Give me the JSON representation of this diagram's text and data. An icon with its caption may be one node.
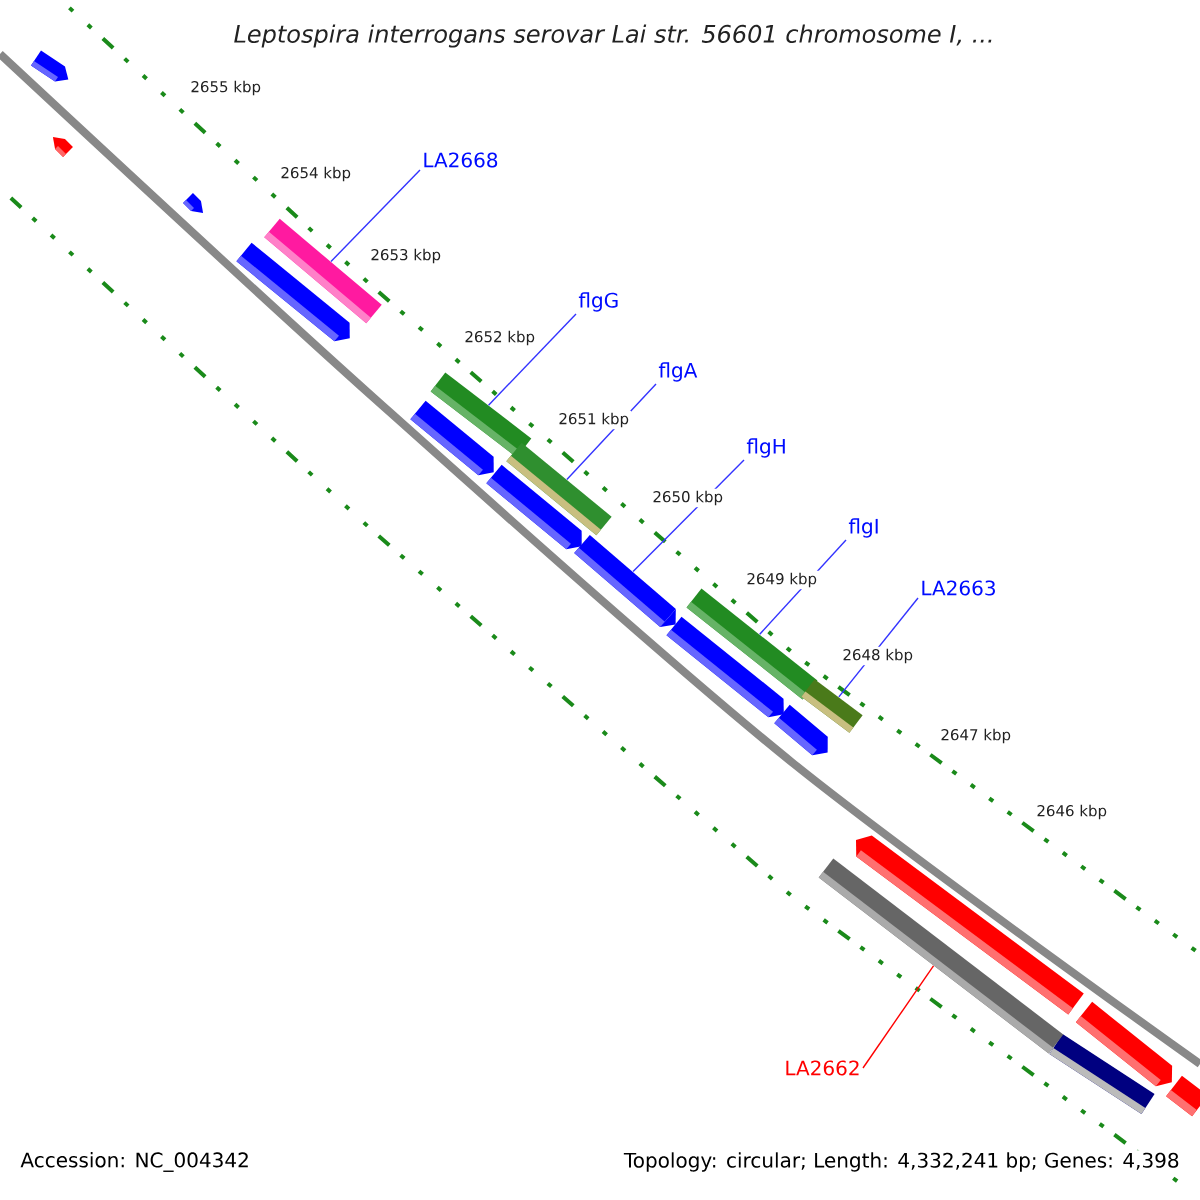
{
  "diagram": {
    "title": "Leptospira interrogans serovar Lai str. 56601 chromosome I, ...",
    "nodes": [
      {
        "text": [
          "LA2668"
        ]
      },
      {
        "text": [],
        "shape": "bar"
      },
      {
        "text": [
          "flgG"
        ]
      },
      {
        "text": [],
        "shape": "bar"
      },
      {
        "text": [
          "flgA"
        ]
      },
      {
        "text": [],
        "shape": "bar"
      },
      {
        "text": [
          "flgH"
        ]
      },
      {
        "text": [
          "flgI"
        ]
      },
      {
        "text": [],
        "shape": "bar"
      },
      {
        "text": [
          "LA2663"
        ]
      },
      {
        "text": [],
        "shape": "bar"
      },
      {
        "text": [
          "LA2662"
        ]
      },
      {
        "text": [],
        "shape": "bar"
      },
      {
        "text": [],
        "shape": "bar"
      }
    ],
    "edges": [
      {
        "from": 0,
        "to": 1,
        "arrow": "none"
      },
      {
        "from": 2,
        "to": 3,
        "arrow": "none"
      },
      {
        "from": 4,
        "to": 5,
        "arrow": "none"
      },
      {
        "from": 6,
        "to": 13,
        "arrow": "none"
      },
      {
        "from": 7,
        "to": 8,
        "arrow": "none"
      },
      {
        "from": 9,
        "to": 10,
        "arrow": "none"
      },
      {
        "from": 11,
        "to": 12,
        "arrow": "none",
        "color": "#ff0000"
      }
    ],
    "labels": [
      "2655 kbp",
      "2654 kbp",
      "2653 kbp",
      "2652 kbp",
      "2651 kbp",
      "2650 kbp",
      "2649 kbp",
      "2648 kbp",
      "2647 kbp",
      "2646 kbp",
      "Accession: NC_004342",
      "Topology: circular; Length: 4,332,241 bp; Genes: 4,398"
    ]
  }
}
